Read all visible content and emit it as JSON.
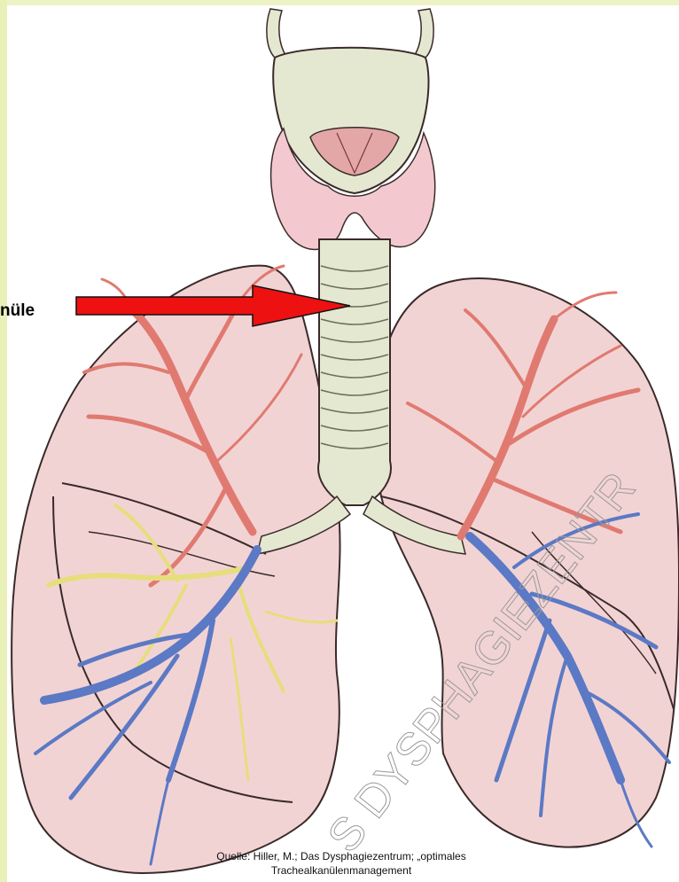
{
  "label": {
    "text": "nüle"
  },
  "caption": {
    "line1": "Quelle: Hiller, M.; Das Dysphagiezentrum; „optimales",
    "line2": "Trachealkanülenmanagement"
  },
  "watermark": {
    "text": "S DYSPHAGIEZENTR"
  },
  "colors": {
    "lung_fill": "#f2d3d4",
    "lung_outline": "#3a2a2a",
    "trachea_fill": "#e4e8d0",
    "thyroid_fill": "#f3c9cf",
    "artery_red": "#e07a70",
    "vein_blue": "#5b79c4",
    "bronchi_yellow": "#e6de7c",
    "arrow_red": "#ee1111"
  }
}
